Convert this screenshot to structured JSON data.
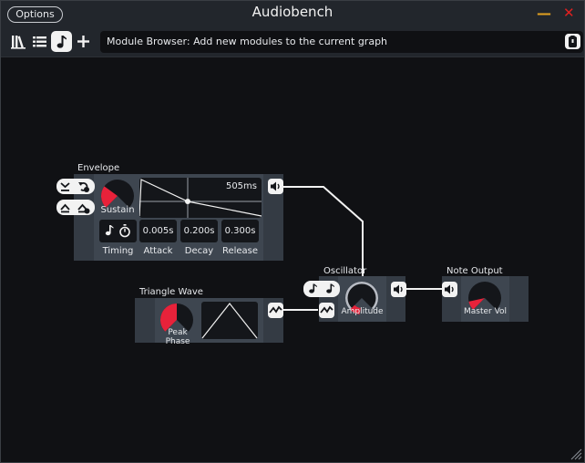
{
  "window": {
    "title": "Audiobench",
    "options_label": "Options"
  },
  "toolbar": {
    "hint": "Module Browser: Add new modules to the current graph",
    "active_tool": "note-icon"
  },
  "modules": {
    "envelope": {
      "title": "Envelope",
      "knob_label": "Sustain",
      "knob_value": 0.3,
      "graph_value": "505ms",
      "timing_label": "Timing",
      "attack": {
        "label": "Attack",
        "value": "0.005s"
      },
      "decay": {
        "label": "Decay",
        "value": "0.200s"
      },
      "release": {
        "label": "Release",
        "value": "0.300s"
      }
    },
    "triangle": {
      "title": "Triangle Wave",
      "knob_label": "Peak Phase",
      "knob_value": 0.5
    },
    "oscillator": {
      "title": "Oscillator",
      "knob_label": "Amplitude",
      "knob_value": 0.0
    },
    "note_output": {
      "title": "Note Output",
      "knob_label": "Master Vol",
      "knob_value": 0.12
    }
  },
  "colors": {
    "accent": "#e8223a",
    "canvas": "#101114",
    "module": "#3e4650",
    "panel": "#14161a",
    "chrome": "#22262c"
  }
}
